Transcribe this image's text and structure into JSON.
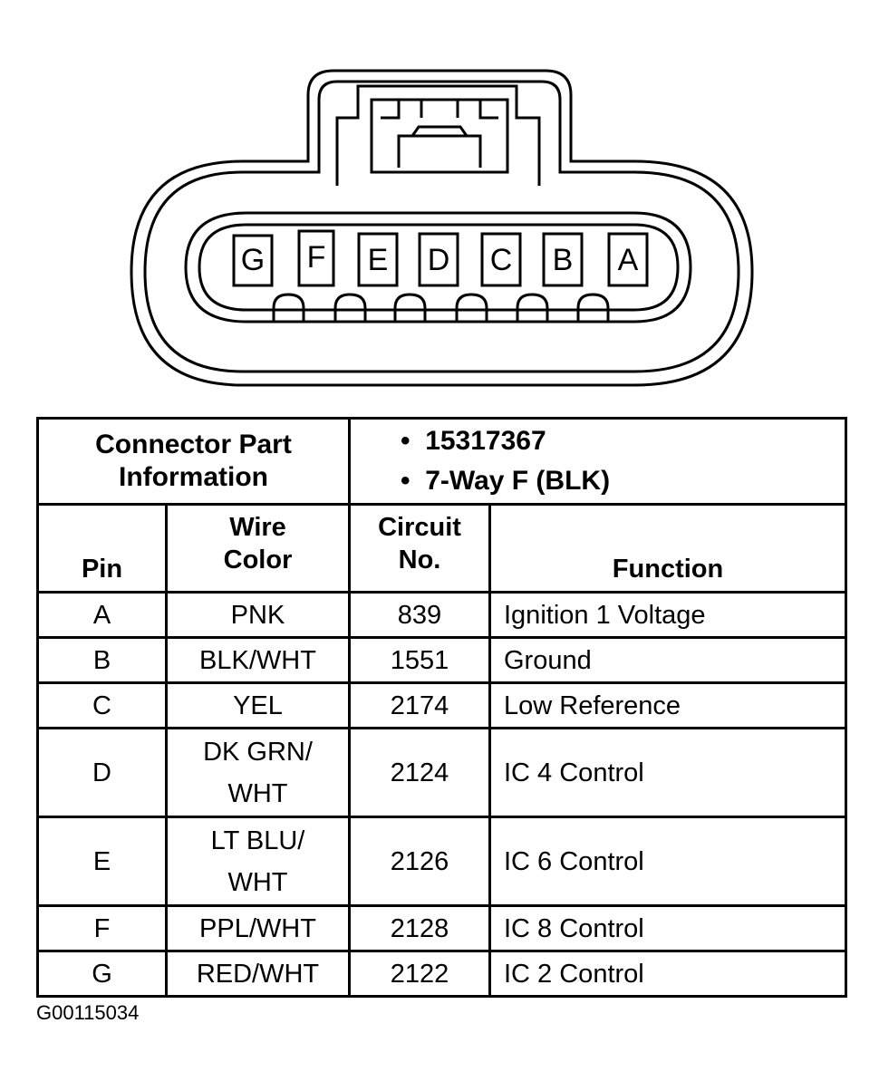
{
  "connector": {
    "pin_letters": [
      "G",
      "F",
      "E",
      "D",
      "C",
      "B",
      "A"
    ]
  },
  "table": {
    "info_header": "Connector Part Information",
    "part_number": "15317367",
    "description": "7-Way F (BLK)",
    "columns": {
      "pin": "Pin",
      "wire_color": "Wire Color",
      "circuit_no": "Circuit No.",
      "function": "Function"
    },
    "rows": [
      {
        "pin": "A",
        "wire_color": "PNK",
        "circuit": "839",
        "function": "Ignition 1 Voltage"
      },
      {
        "pin": "B",
        "wire_color": "BLK/WHT",
        "circuit": "1551",
        "function": "Ground"
      },
      {
        "pin": "C",
        "wire_color": "YEL",
        "circuit": "2174",
        "function": "Low Reference"
      },
      {
        "pin": "D",
        "wire_color": "DK GRN/ WHT",
        "circuit": "2124",
        "function": "IC 4 Control"
      },
      {
        "pin": "E",
        "wire_color": "LT BLU/ WHT",
        "circuit": "2126",
        "function": "IC 6 Control"
      },
      {
        "pin": "F",
        "wire_color": "PPL/WHT",
        "circuit": "2128",
        "function": "IC 8 Control"
      },
      {
        "pin": "G",
        "wire_color": "RED/WHT",
        "circuit": "2122",
        "function": "IC 2 Control"
      }
    ]
  },
  "figure_id": "G00115034"
}
